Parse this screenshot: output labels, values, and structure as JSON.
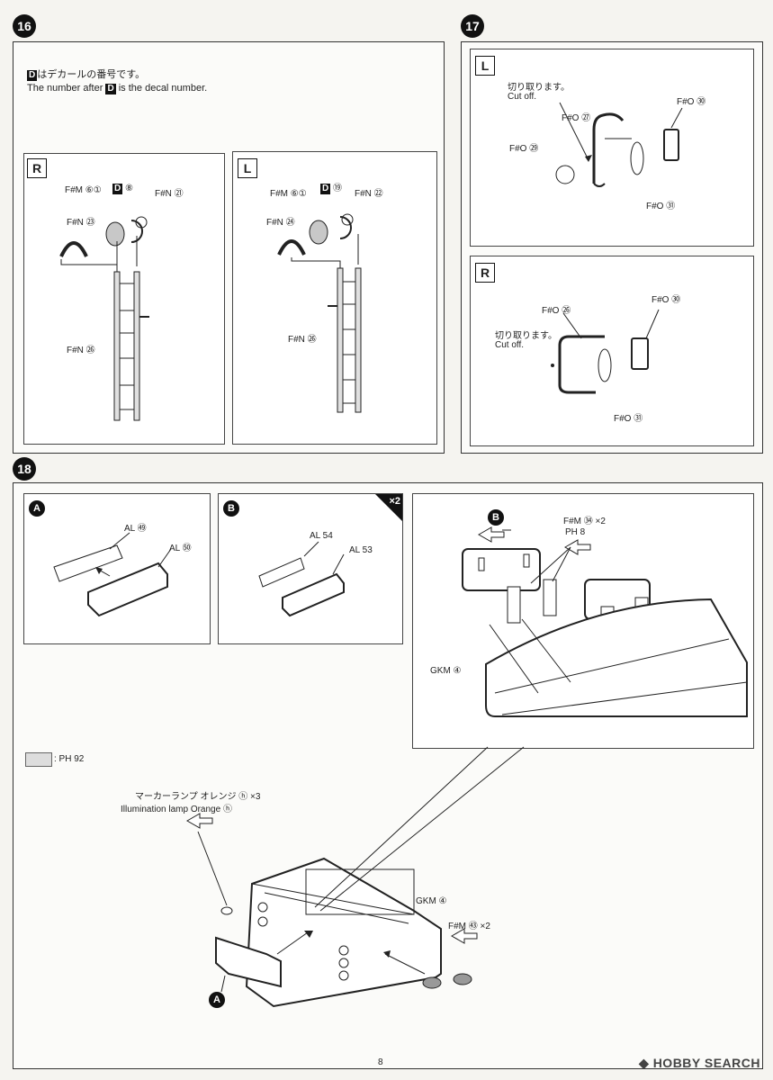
{
  "steps": {
    "s16": {
      "number": "16",
      "note_jp_suffix": "はデカールの番号です。",
      "note_jp_prefix": "D",
      "note_en_prefix": "The number after",
      "note_en_box": "D",
      "note_en_suffix": "is the decal number.",
      "panel_r": {
        "tag": "R",
        "labels": [
          "F#M ⑥①",
          "⑧",
          "F#N ㉑",
          "F#N ㉓",
          "F#N ㉖"
        ],
        "decal_box": "D"
      },
      "panel_l": {
        "tag": "L",
        "labels": [
          "F#M ⑥①",
          "⑲",
          "F#N ㉒",
          "F#N ㉔",
          "F#N ㉖"
        ],
        "decal_box": "D"
      }
    },
    "s17": {
      "number": "17",
      "panel_l": {
        "tag": "L",
        "cut_jp": "切り取ります。",
        "cut_en": "Cut off.",
        "labels": [
          "F#O ㉗",
          "F#O ㉙",
          "F#O ㉚",
          "F#O ㉛"
        ]
      },
      "panel_r": {
        "tag": "R",
        "cut_jp": "切り取ります。",
        "cut_en": "Cut off.",
        "labels": [
          "F#O ㉖",
          "F#O ㉚",
          "F#O ㉛"
        ]
      }
    },
    "s18": {
      "number": "18",
      "panel_a": {
        "tag": "A",
        "labels": [
          "AL ㊾",
          "AL ㊿"
        ]
      },
      "panel_b": {
        "tag": "B",
        "labels": [
          "AL 54",
          "AL 53"
        ],
        "multiplier": "×2"
      },
      "detail": {
        "tag": "B",
        "label_fm34": "F#M ㉞ ×2",
        "label_ph8": "PH 8",
        "label_gkm": "GKM ④"
      },
      "legend": ": PH 92",
      "marker_jp": "マーカーランプ オレンジ ⓗ ×3",
      "marker_en": "Illumination lamp Orange ⓗ",
      "label_gkm": "GKM ④",
      "label_fm63": "F#M ㊸ ×2",
      "tag_a": "A"
    }
  },
  "footer": {
    "page_number": "8",
    "watermark": "HOBBY SEARCH"
  }
}
